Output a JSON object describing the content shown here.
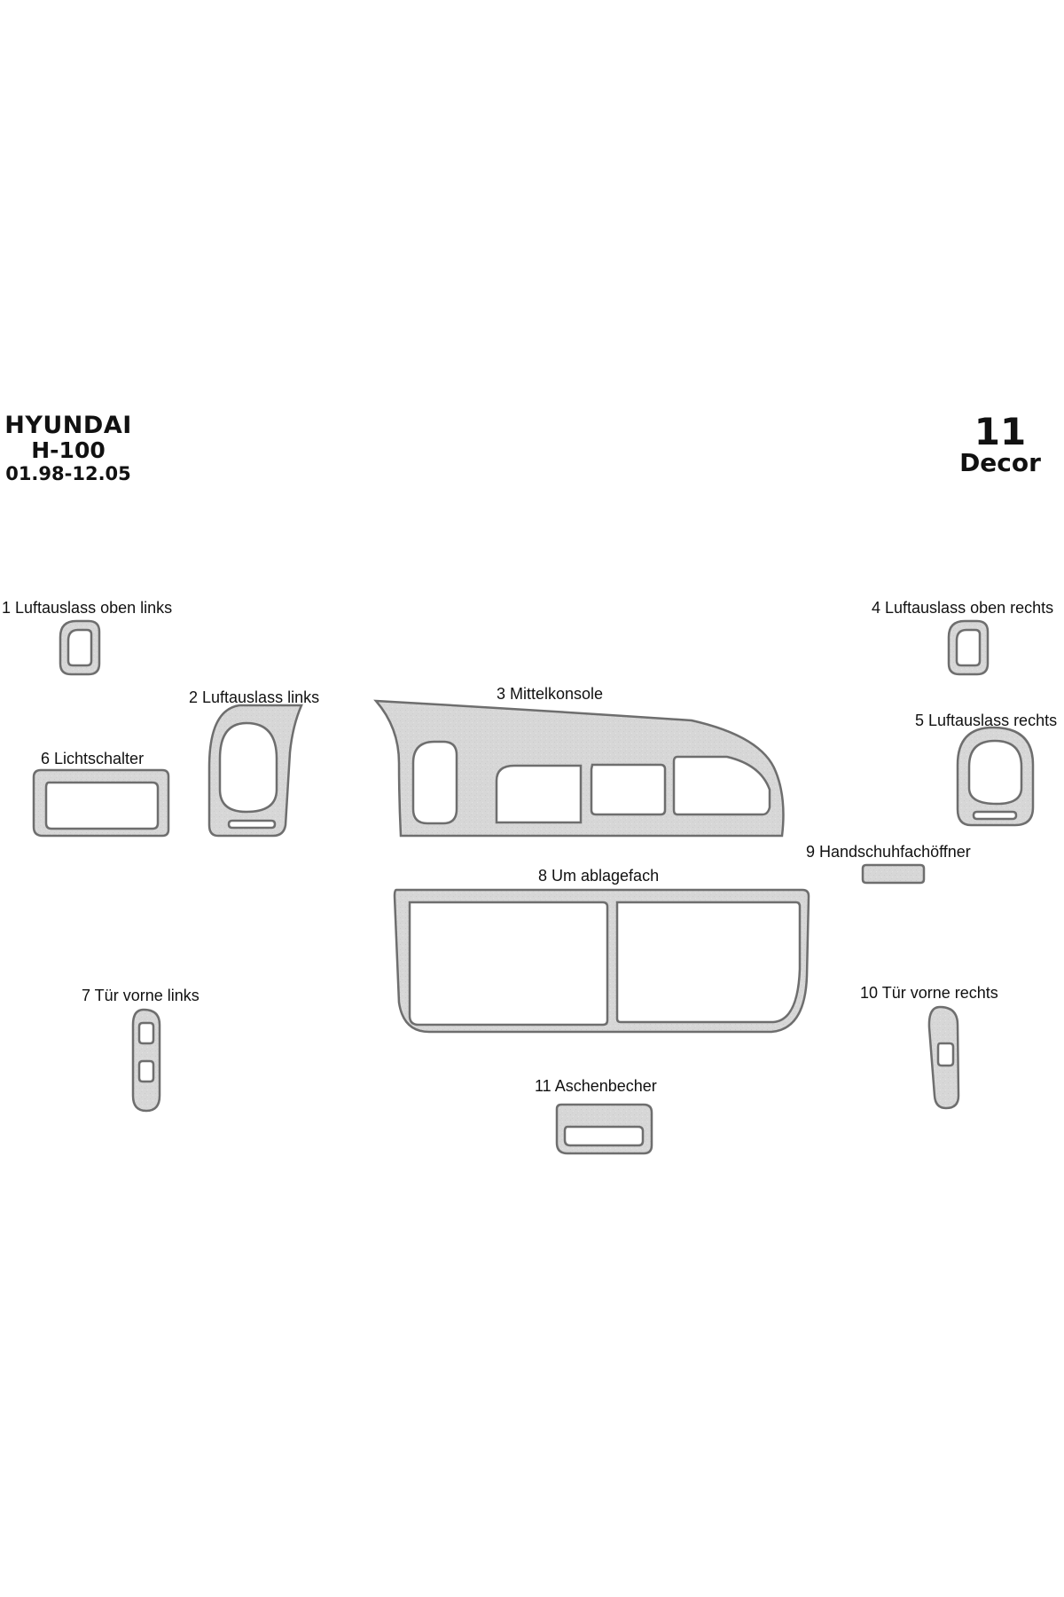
{
  "vehicle": {
    "brand": "HYUNDAI",
    "model": "H-100",
    "years": "01.98-12.05"
  },
  "kit": {
    "count": "11",
    "label": "Decor"
  },
  "colors": {
    "part_fill": "#d7d7d7",
    "part_outline": "#6e6e6e",
    "text": "#111111",
    "background": "#ffffff"
  },
  "parts": [
    {
      "number": "1",
      "name": "Luftauslass oben links",
      "label": "1  Luftauslass oben links"
    },
    {
      "number": "2",
      "name": "Luftauslass links",
      "label": "2  Luftauslass links"
    },
    {
      "number": "3",
      "name": "Mittelkonsole",
      "label": "3  Mittelkonsole"
    },
    {
      "number": "4",
      "name": "Luftauslass oben rechts",
      "label": "4  Luftauslass oben rechts"
    },
    {
      "number": "5",
      "name": "Luftauslass rechts",
      "label": "5  Luftauslass rechts"
    },
    {
      "number": "6",
      "name": "Lichtschalter",
      "label": "6  Lichtschalter"
    },
    {
      "number": "7",
      "name": "Tür vorne links",
      "label": "7  Tür vorne links"
    },
    {
      "number": "8",
      "name": "Um ablagefach",
      "label": "8  Um ablagefach"
    },
    {
      "number": "9",
      "name": "Handschuhfachöffner",
      "label": "9  Handschuhfachöffner"
    },
    {
      "number": "10",
      "name": "Tür vorne rechts",
      "label": "10  Tür vorne rechts"
    },
    {
      "number": "11",
      "name": "Aschenbecher",
      "label": "11  Aschenbecher"
    }
  ]
}
